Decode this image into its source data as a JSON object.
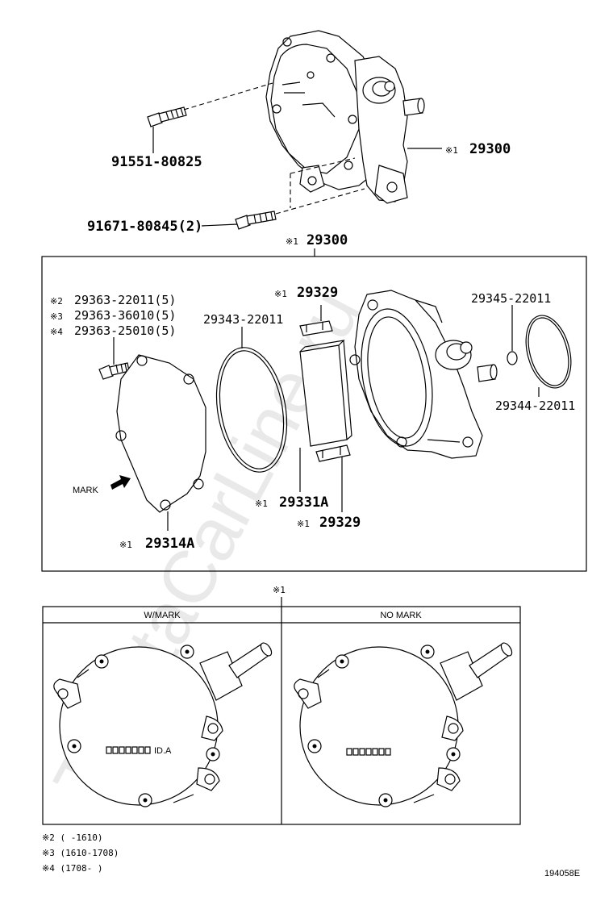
{
  "watermark": "ToyotaCarLine.ru",
  "top_labels": {
    "bolt1": "91551-80825",
    "bolt2": "91671-80845(2)",
    "pump_ref": "29300",
    "pump_mark": "※1"
  },
  "box_header": {
    "mark": "※1",
    "part": "29300"
  },
  "parts": {
    "screw_lines": [
      {
        "mark": "※2",
        "text": "29363-22011(5)"
      },
      {
        "mark": "※3",
        "text": "29363-36010(5)"
      },
      {
        "mark": "※4",
        "text": "29363-25010(5)"
      }
    ],
    "oring_large": "29343-22011",
    "vane_top": {
      "mark": "※1",
      "text": "29329"
    },
    "oring_small": "29345-22011",
    "oring_right": "29344-22011",
    "vane_rotor": {
      "mark": "※1",
      "text": "29331A"
    },
    "vane_bottom": {
      "mark": "※1",
      "text": "29329"
    },
    "cover": {
      "mark": "※1",
      "text": "29314A"
    },
    "mark_label": "MARK"
  },
  "compare": {
    "mark": "※1",
    "left_title": "W/MARK",
    "right_title": "NO MARK",
    "left_code_text": "ID.A"
  },
  "footnotes": [
    "※2 (      -1610)",
    "※3 (1610-1708)",
    "※4 (1708-      )"
  ],
  "figure_id": "194058E"
}
